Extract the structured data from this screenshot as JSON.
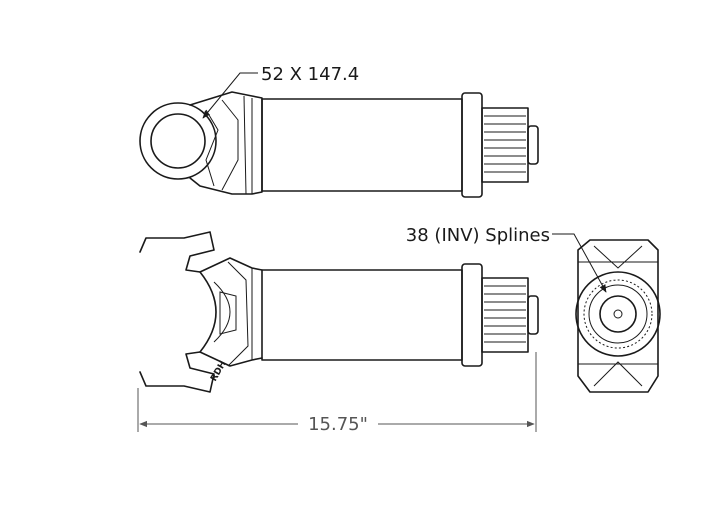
{
  "annotations": {
    "joint_spec": "52 X 147.4",
    "splines": "38 (INV) Splines",
    "overall_length": "15.75\"",
    "brand_mark": "RDH"
  },
  "colors": {
    "line": "#1a1a1a",
    "dimension": "#555555",
    "background": "#ffffff"
  }
}
